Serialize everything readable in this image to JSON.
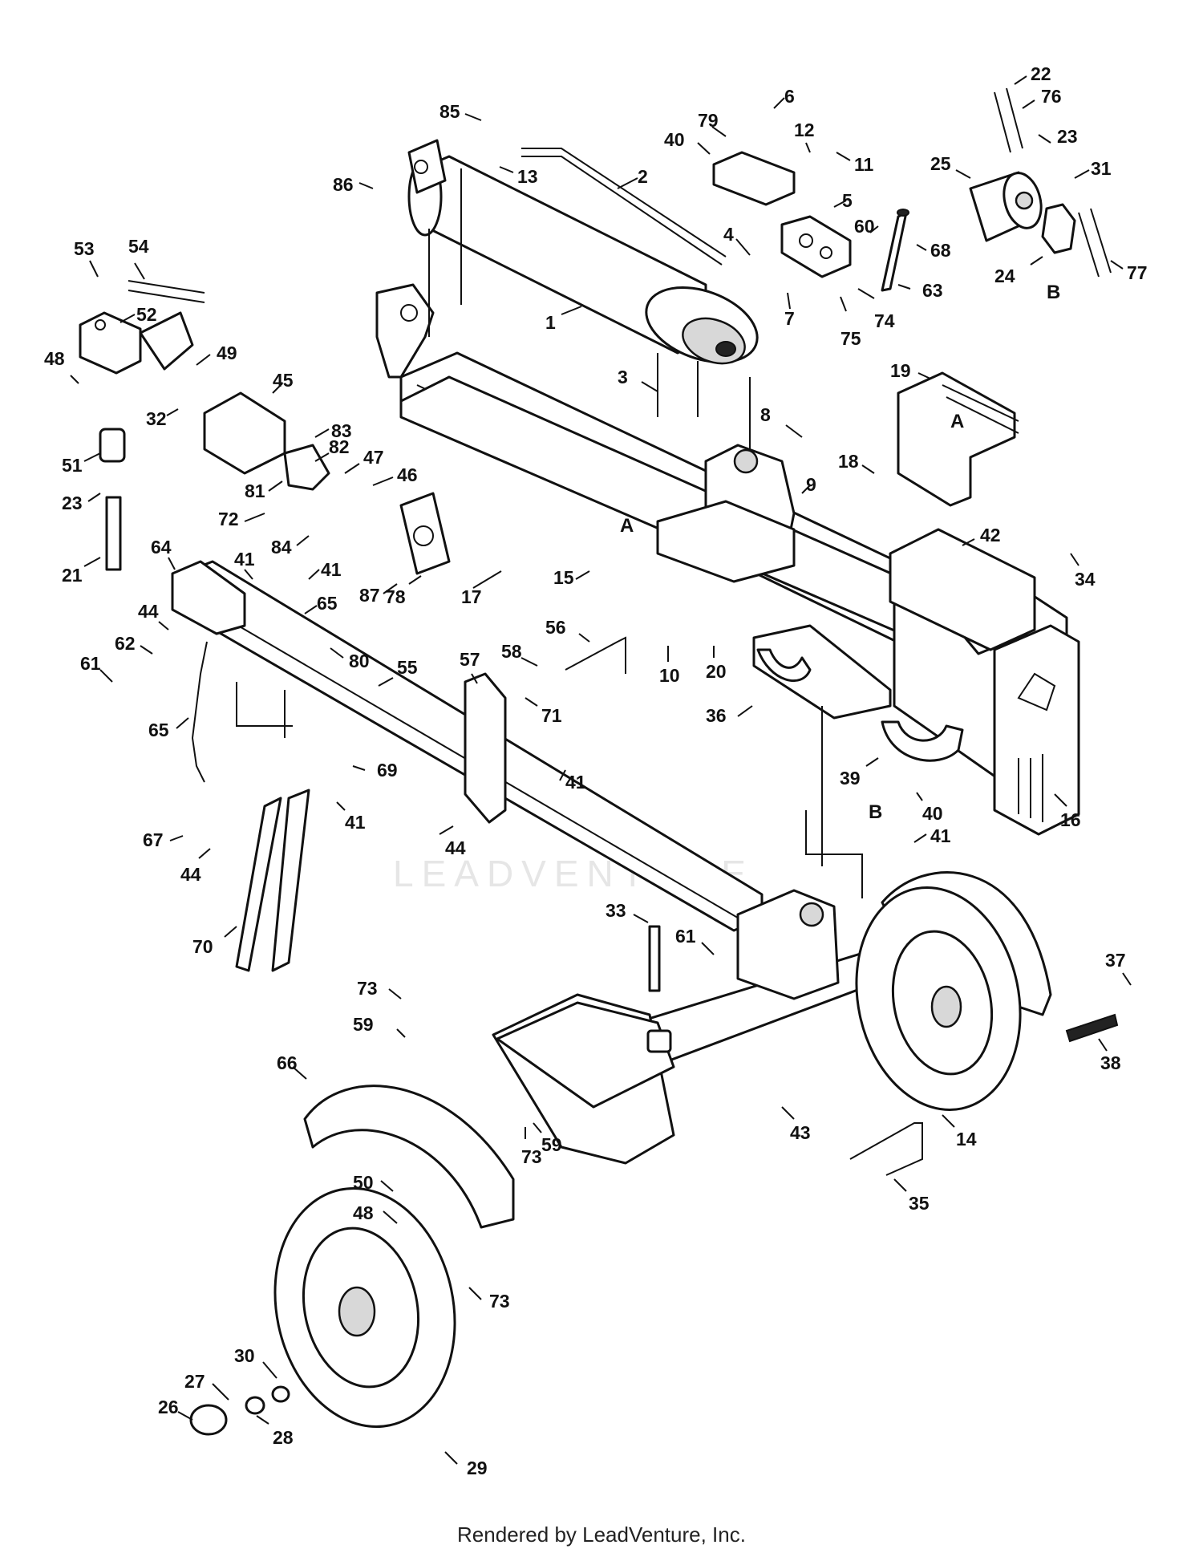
{
  "footer": {
    "text": "Rendered by LeadVenture, Inc."
  },
  "watermark": {
    "text": "LEADVENTURE"
  },
  "reference_letters": {
    "a": "A",
    "b": "B"
  },
  "parts": [
    "1",
    "2",
    "3",
    "4",
    "5",
    "6",
    "7",
    "8",
    "9",
    "10",
    "11",
    "12",
    "13",
    "14",
    "15",
    "16",
    "17",
    "18",
    "19",
    "20",
    "21",
    "22",
    "23",
    "24",
    "25",
    "26",
    "27",
    "28",
    "29",
    "30",
    "31",
    "32",
    "33",
    "34",
    "35",
    "36",
    "37",
    "38",
    "39",
    "40",
    "41",
    "42",
    "43",
    "44",
    "45",
    "46",
    "47",
    "48",
    "49",
    "50",
    "51",
    "52",
    "53",
    "54",
    "55",
    "56",
    "57",
    "58",
    "59",
    "60",
    "61",
    "62",
    "63",
    "64",
    "65",
    "66",
    "67",
    "68",
    "69",
    "70",
    "71",
    "72",
    "73",
    "74",
    "75",
    "76",
    "77",
    "78",
    "79",
    "80",
    "81",
    "82",
    "83",
    "84",
    "85",
    "86",
    "87"
  ]
}
